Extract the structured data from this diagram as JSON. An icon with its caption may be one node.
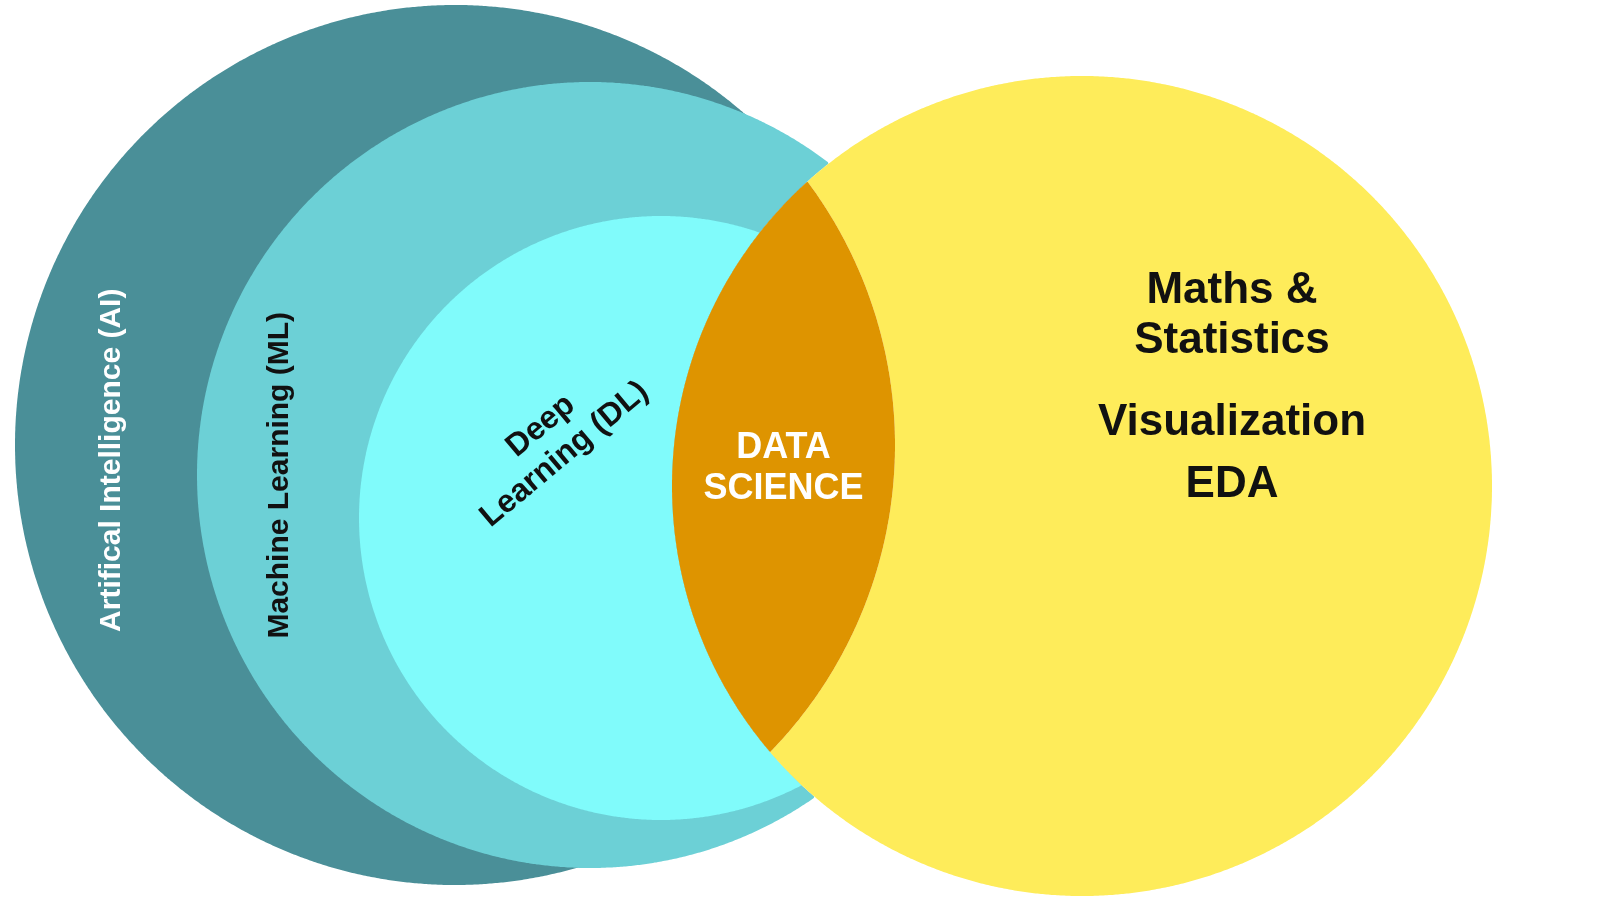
{
  "diagram": {
    "nodes": [
      {
        "text": [
          "Artifical Intelligence (AI)"
        ]
      },
      {
        "text": [
          "Machine Learning (ML)"
        ],
        "in": 0
      },
      {
        "text": [
          "Deep Learning (DL)"
        ],
        "in": 1
      },
      {
        "text": [
          "Maths & Statistics",
          "Visualization",
          "EDA"
        ]
      },
      {
        "text": [
          "DATA SCIENCE"
        ]
      }
    ]
  }
}
